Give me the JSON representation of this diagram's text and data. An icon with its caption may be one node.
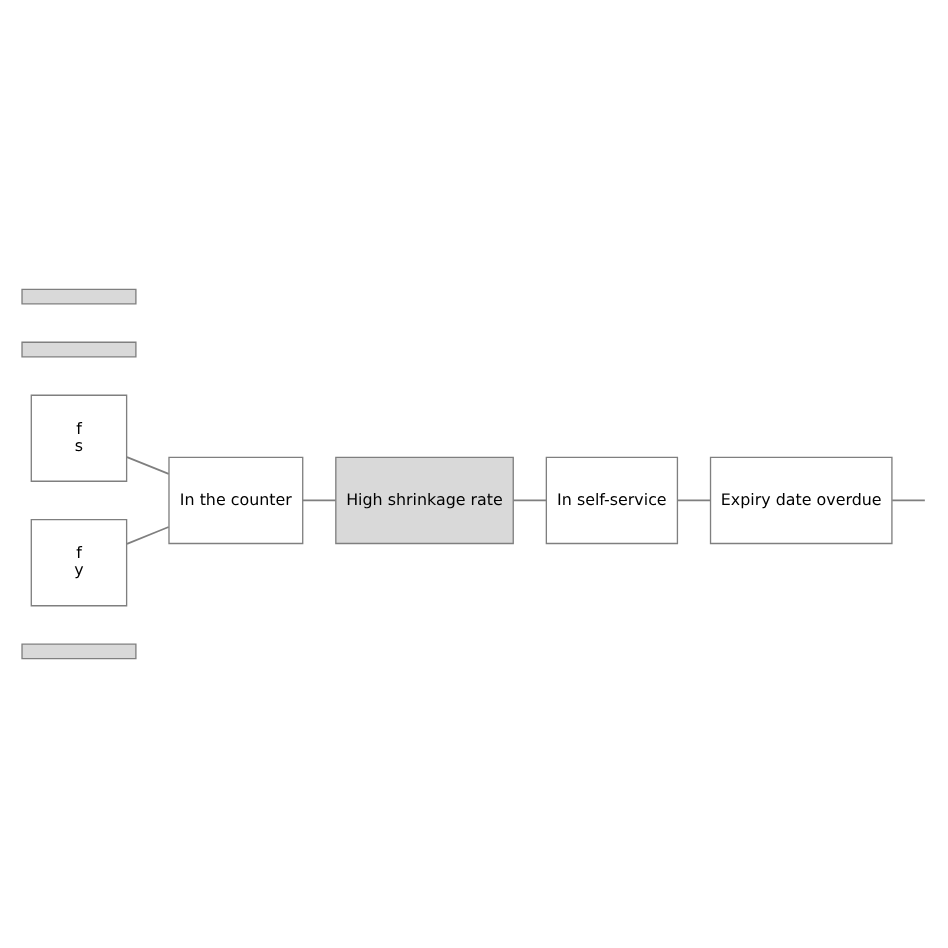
{
  "diagram": {
    "nodes": [
      {
        "text": [],
        "shape": "bar"
      },
      {
        "text": [
          "f",
          "s"
        ]
      },
      {
        "text": [
          "f",
          "y"
        ]
      },
      {
        "text": [
          "In the counter"
        ]
      },
      {
        "text": [
          "High shrinkage rate"
        ]
      },
      {
        "text": [
          "In self-service"
        ]
      },
      {
        "text": [
          "Expiry date overdue"
        ]
      },
      {
        "text": [],
        "shape": "bar"
      },
      {
        "text": [],
        "shape": "bar"
      }
    ],
    "edges": [
      {
        "from": 1,
        "to": 3,
        "arrow": "none"
      },
      {
        "from": 2,
        "to": 3,
        "arrow": "none"
      },
      {
        "from": 3,
        "to": 4,
        "arrow": "none"
      },
      {
        "from": 4,
        "to": 5,
        "arrow": "none"
      },
      {
        "from": 5,
        "to": 6,
        "arrow": "none"
      },
      {
        "from": 6,
        "to": null,
        "arrow": "none"
      }
    ]
  }
}
